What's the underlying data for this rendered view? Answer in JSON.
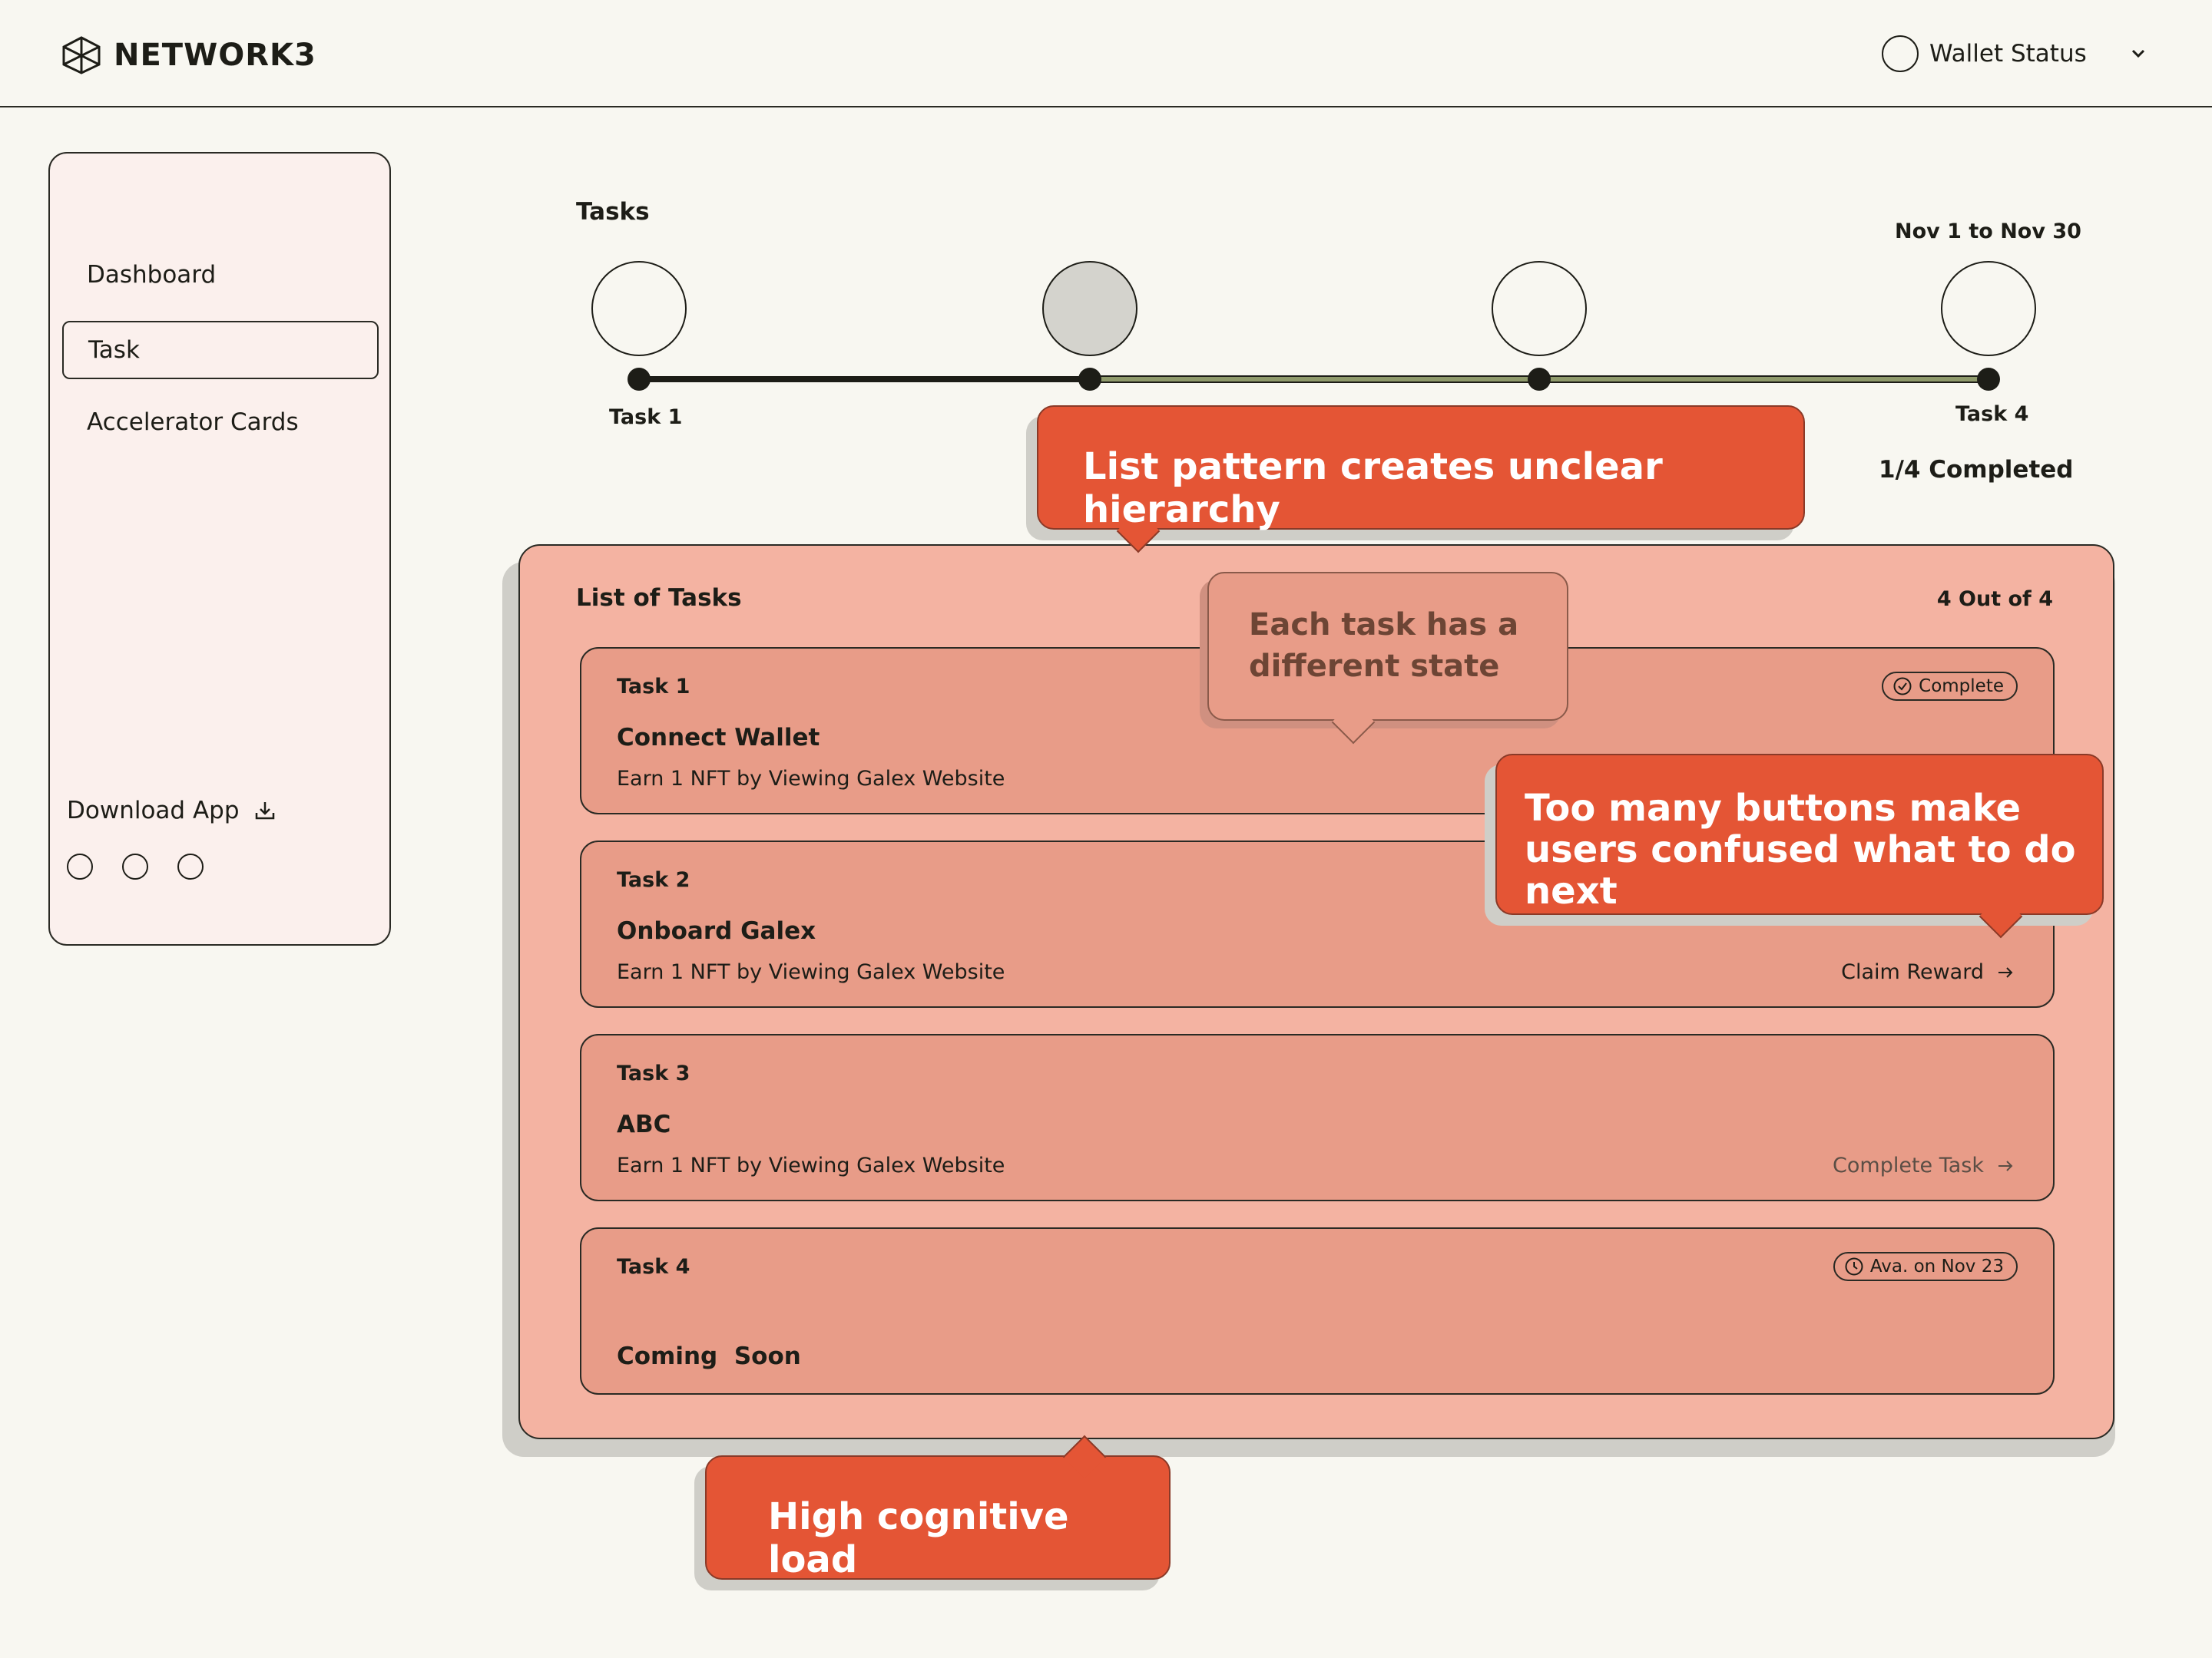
{
  "header": {
    "brand": "NETWORK3",
    "wallet_label": "Wallet Status"
  },
  "sidebar": {
    "items": [
      {
        "label": "Dashboard"
      },
      {
        "label": "Task"
      },
      {
        "label": "Accelerator Cards"
      }
    ],
    "download_label": "Download App"
  },
  "timeline": {
    "heading": "Tasks",
    "date_range": "Nov 1 to Nov 30",
    "start_label": "Task 1",
    "end_label": "Task 4",
    "progress_text": "1/4 Completed"
  },
  "list": {
    "heading": "List of Tasks",
    "count": "4 Out of 4",
    "tasks": [
      {
        "num": "Task 1",
        "title": "Connect Wallet",
        "desc": "Earn 1 NFT by Viewing Galex Website",
        "badge": "Complete"
      },
      {
        "num": "Task 2",
        "title": "Onboard Galex",
        "desc": "Earn 1 NFT by Viewing Galex Website",
        "action": "Claim Reward"
      },
      {
        "num": "Task 3",
        "title": "ABC",
        "desc": "Earn 1 NFT by Viewing Galex Website",
        "action": "Complete Task"
      },
      {
        "num": "Task 4",
        "title": "Coming  Soon",
        "badge": "Ava. on Nov 23"
      }
    ]
  },
  "callouts": {
    "hierarchy": "List pattern creates unclear hierarchy",
    "state": "Each task has a different state",
    "buttons": "Too many buttons make users confused what to do next",
    "load": "High cognitive load"
  },
  "colors": {
    "background": "#f8f7f1",
    "accent": "#e45535",
    "panel": "#f4b3a2",
    "card": "#e89c88",
    "track_active": "#1d1d17",
    "track_inactive": "#8f9a6b"
  }
}
